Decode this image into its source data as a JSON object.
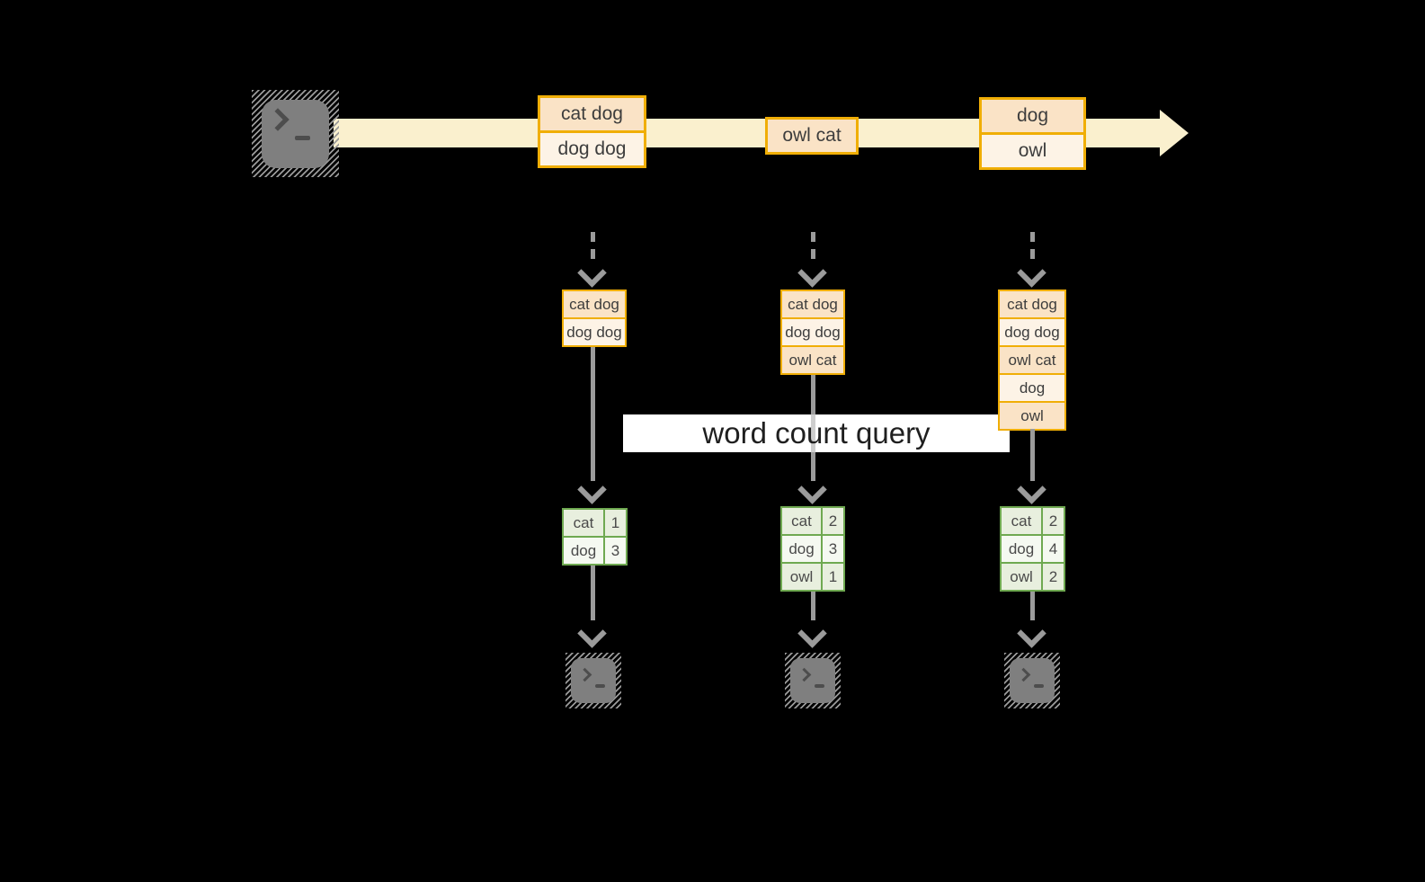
{
  "colors": {
    "background": "#000000",
    "stream_fill": "#FAF0CE",
    "event_border": "#F0AE06",
    "event_fill_dark": "#FAE3C6",
    "event_fill_light": "#FDF3E6",
    "table_border": "#6FA951",
    "table_fill_dark": "#E8EFDE",
    "table_fill_light": "#F5F9F1",
    "arrow_gray": "#9B9B9B",
    "terminal_gray": "#7F7F7F",
    "banner_bg": "#FFFFFF",
    "text_dark": "#3D3D3D"
  },
  "stream": {
    "source_icon": "terminal-icon",
    "events": [
      {
        "rows": [
          "cat dog",
          "dog dog"
        ]
      },
      {
        "rows": [
          "owl cat"
        ]
      },
      {
        "rows": [
          "dog",
          "owl"
        ]
      }
    ]
  },
  "query_banner": {
    "label": "word count query"
  },
  "columns": [
    {
      "sink_icon": "terminal-icon",
      "batch_rows": [
        "cat dog",
        "dog dog"
      ],
      "counts": [
        {
          "word": "cat",
          "count": "1"
        },
        {
          "word": "dog",
          "count": "3"
        }
      ]
    },
    {
      "sink_icon": "terminal-icon",
      "batch_rows": [
        "cat dog",
        "dog dog",
        "owl cat"
      ],
      "counts": [
        {
          "word": "cat",
          "count": "2"
        },
        {
          "word": "dog",
          "count": "3"
        },
        {
          "word": "owl",
          "count": "1"
        }
      ]
    },
    {
      "sink_icon": "terminal-icon",
      "batch_rows": [
        "cat dog",
        "dog dog",
        "owl cat",
        "dog",
        "owl"
      ],
      "counts": [
        {
          "word": "cat",
          "count": "2"
        },
        {
          "word": "dog",
          "count": "4"
        },
        {
          "word": "owl",
          "count": "2"
        }
      ]
    }
  ]
}
